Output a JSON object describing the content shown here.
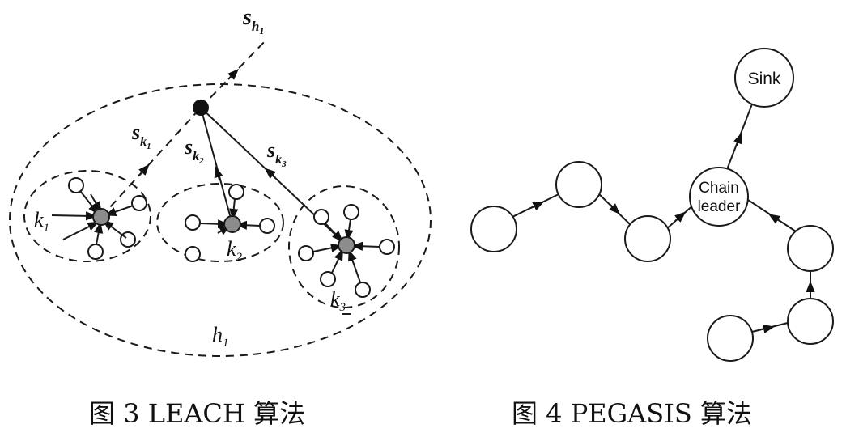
{
  "leach": {
    "label_h1": "h",
    "label_h1_sub": "1",
    "label_sh1": "s",
    "label_sh1_sub": "h",
    "label_sh1_subsub": "1",
    "label_sk1": "s",
    "label_sk1_sub": "k",
    "label_sk1_subsub": "1",
    "label_sk2": "s",
    "label_sk2_sub": "k",
    "label_sk2_subsub": "2",
    "label_sk3": "s",
    "label_sk3_sub": "k",
    "label_sk3_subsub": "3",
    "label_k1": "k",
    "label_k1_sub": "1",
    "label_k2": "k",
    "label_k2_sub": "2",
    "label_k3": "k",
    "label_k3_sub": "3",
    "caption": "图 3   LEACH 算法"
  },
  "pegasis": {
    "sink_label": "Sink",
    "leader_line1": "Chain",
    "leader_line2": "leader",
    "caption": "图 4   PEGASIS 算法"
  },
  "colors": {
    "ink": "#1a1a1a",
    "cluster_head_fill": "#8c8c8c",
    "background": "#ffffff"
  }
}
